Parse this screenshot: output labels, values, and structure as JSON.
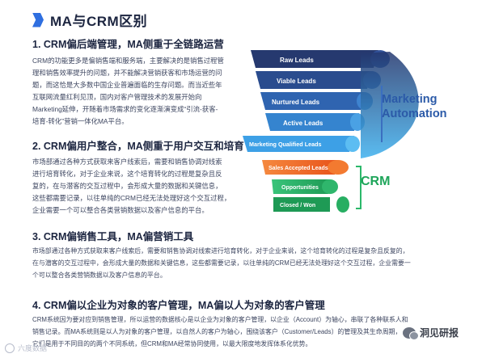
{
  "page": {
    "title": "MA与CRM区别"
  },
  "sections": [
    {
      "heading": "1. CRM偏后端管理，MA侧重于全链路运营",
      "lines": [
        "CRM的功能更多是偏销售端和服务端，主要解决的是销售过程管",
        "理和销售效率提升的问题，并不能解决营销获客和市场运营的问",
        "题，而这恰是大多数中国企业普遍面临的生存问题。而当近些年",
        "互联网流量红利见顶，国内对客户管理技术的发展开始向",
        "Marketing延伸，开随着市场需求的变化逐渐演变成“引流-获客-",
        "培育-转化”营销一体化MA平台。"
      ]
    },
    {
      "heading": "2. CRM偏用户整合，MA侧重于用户交互和培育",
      "lines": [
        "市场部通过各种方式获取来客户线索后，需要和销售协调对线索",
        "进行培育转化，对于企业来说，这个培育转化的过程是复杂且反",
        "复的，在与潜客的交互过程中，会形成大量的数据和关键信息，",
        "这些都需要记录，以往单纯的CRM已经无法处理好这个交互过程，",
        "企业需要一个可以整合各类营销数据以及客户信息的平台。"
      ]
    },
    {
      "heading": "3. CRM偏销售工具，MA偏营销工具",
      "lines": [
        "市场部通过各种方式获取来客户线索后，需要和销售协调对线索进行培育转化，对于企业来说，这个培育转化的过程是复杂且反复的，",
        "在与潜客的交互过程中，会形成大量的数据和关键信息，这些都需要记录，以往单纯的CRM已经无法处理好这个交互过程，企业需要一",
        "个可以整合各类营销数据以及客户信息的平台。"
      ]
    },
    {
      "heading": "4. CRM偏以企业为对象的客户管理，MA偏以人为对象的客户管理",
      "lines": [
        "CRM系统因为要对应到销售管理，所以运营的数据核心是以企业为对象的客户管理，以企业（Account）为轴心，串联了各种联系人和",
        "销售记录。而MA系统则是以人为对象的客户管理，以自然人的客户为轴心，围绕该客户（Customer/Leads）的管理及其生命周期，",
        "它们是用于不同目的的两个不同系统，但CRM和MA经常协同使用，以最大限度地发挥体系化优势。"
      ]
    }
  ],
  "funnel": {
    "ma_label": [
      "Marketing",
      "Automation"
    ],
    "crm_label": "CRM",
    "ma_tiers": [
      "Raw Leads",
      "Viable Leads",
      "Nurtured Leads",
      "Active Leads",
      "Marketing Qualified Leads"
    ],
    "crm_tiers": [
      "Sales Accepted Leads",
      "Opportunities",
      "Closed / Won"
    ],
    "colors": {
      "ma_top": "#2a3f7a",
      "ma_bottom": "#3aa3e8",
      "crm_orange": "#f26a24",
      "crm_green": "#2bb86a",
      "crm_green_dark": "#1e9a55",
      "accent_title": "#2f6fe0"
    }
  },
  "watermarks": {
    "left": "六度数据",
    "right": "洞见研报"
  }
}
